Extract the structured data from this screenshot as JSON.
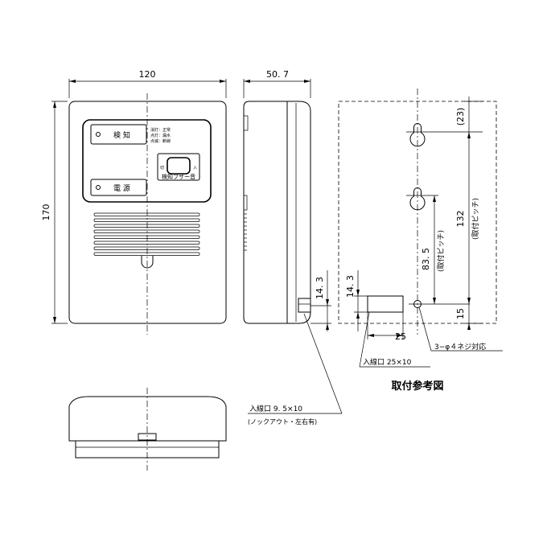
{
  "front_view": {
    "width_dim": "120",
    "height_dim": "170",
    "panel_top_label": "検 知",
    "panel_bottom_label": "電 源",
    "legend_lines": [
      "消灯：正常",
      "点灯：漏水",
      "点滅：断線"
    ],
    "switch_off": "切",
    "switch_on": "入",
    "switch_caption": "検知ブザー音"
  },
  "side_view": {
    "depth_dim": "50. 7",
    "inlet_height_dim": "14. 3"
  },
  "mount_view": {
    "top_offset_dim": "(23)",
    "pitch_dim": "132",
    "pitch_label": "(取付ピッチ)",
    "pitch2_dim": "83. 5",
    "pitch2_label": "(取付ピッチ)",
    "bottom_offset_dim": "15",
    "inlet_height_dim": "14. 3",
    "inlet_width_dim": "25",
    "screw_note": "3−φ４ネジ対応",
    "inlet_note": "入線口 25×10",
    "title": "取付参考図"
  },
  "bottom_view": {
    "inlet_note": "入線口 9. 5×10",
    "inlet_subnote": "(ノックアウト・左右有)"
  }
}
